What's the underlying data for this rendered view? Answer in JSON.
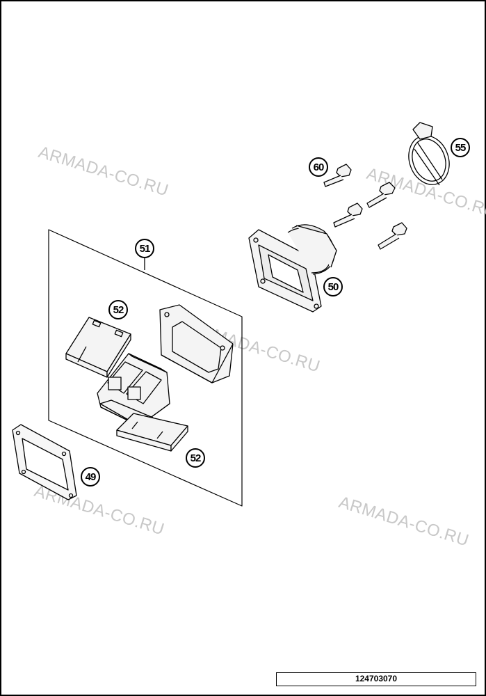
{
  "watermark": {
    "text_1": "ARMADA-CO.RU",
    "text_2": "ARMADA-CO.RU",
    "text_3": "ARMADA-CO.RU",
    "text_4": "ARMADA-CO.RU",
    "text_5": "ARMADA-CO.RU"
  },
  "callouts": {
    "reed_valve_assembly": "51",
    "reed_petal_top": "52",
    "reed_petal_bottom": "52",
    "intake_flange": "50",
    "intake_gasket": "49",
    "screw": "60",
    "hose_clamp": "55"
  },
  "figure_reference": "124703070",
  "colors": {
    "line": "#000000",
    "watermark": "#c8c8c8",
    "part_fill": "#f2f2f2"
  }
}
